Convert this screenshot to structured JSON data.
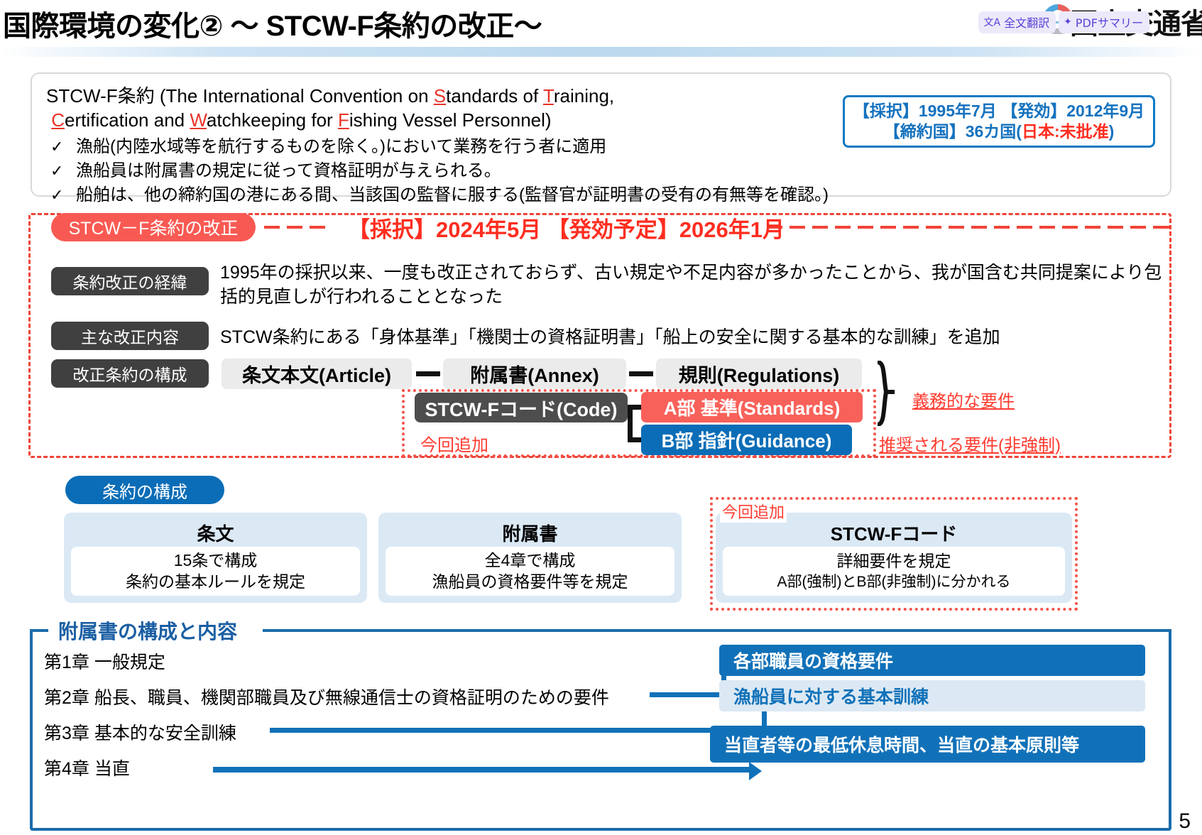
{
  "header": {
    "title": "国際環境の変化② ～ STCW-F条約の改正～",
    "logo_text": "国土交通省",
    "logo_icon": "mlit-logo-icon"
  },
  "extension_overlay": {
    "translate_chip": {
      "label": "全文翻訳",
      "icon": "translate-icon"
    },
    "summary_chip": {
      "label": "PDFサマリー",
      "icon": "sparkle-icon"
    }
  },
  "summary_card": {
    "title_prefix": "STCW-F条約 (The International Convention on ",
    "en_line1_parts": [
      "STCW-F条約 (The International Convention on ",
      "S",
      "tandards of ",
      "T",
      "raining,"
    ],
    "en_line2_parts": [
      "C",
      "ertification and ",
      "W",
      "atchkeeping for ",
      "F",
      "ishing Vessel Personnel)"
    ],
    "bullets": [
      "漁船(内陸水域等を航行するものを除く。)において業務を行う者に適用",
      "漁船員は附属書の規定に従って資格証明が与えられる。",
      "船舶は、他の締約国の港にある間、当該国の監督に服する(監督官が証明書の受有の有無等を確認。)"
    ],
    "check_glyph": "✓"
  },
  "info_box": {
    "line1": "【採択】1995年7月 【発効】2012年9月",
    "line2_prefix": "【締約国】36カ国(",
    "line2_red": "日本:未批准",
    "line2_suffix": ")",
    "border_color": "#1279c4",
    "text_color": "#1472bf",
    "highlight_color": "#ff2d20"
  },
  "amendment": {
    "pill_label": "STCW－F条約の改正",
    "pill_color": "#f85a53",
    "date_label": "【採択】2024年5月 【発効予定】2026年1月",
    "date_color": "#ff2d20",
    "rows": [
      {
        "tag": "条約改正の経緯",
        "text": "1995年の採択以来、一度も改正されておらず、古い規定や不足内容が多かったことから、我が国含む共同提案により包括的見直しが行われることとなった"
      },
      {
        "tag": "主な改正内容",
        "text": "STCW条約にある「身体基準」「機関士の資格証明書」「船上の安全に関する基本的な訓練」を追加"
      },
      {
        "tag": "改正条約の構成",
        "text": ""
      }
    ],
    "structure_boxes": [
      "条文本文(Article)",
      "附属書(Annex)",
      "規則(Regulations)"
    ],
    "code_box": "STCW-Fコード(Code)",
    "part_a": "A部 基準(Standards)",
    "part_b": "B部 指針(Guidance)",
    "added_label": "今回追加",
    "requirement_mandatory": "義務的な要件",
    "requirement_recommended": "推奨される要件(非強制)",
    "part_a_color": "#f8615a",
    "part_b_color": "#0b6db7",
    "tag_color": "#404040"
  },
  "composition": {
    "pill_label": "条約の構成",
    "pill_color": "#0b6db7",
    "added_label": "今回追加",
    "columns": [
      {
        "header": "条文",
        "line1": "15条で構成",
        "line2": "条約の基本ルールを規定"
      },
      {
        "header": "附属書",
        "line1": "全4章で構成",
        "line2": "漁船員の資格要件等を規定"
      },
      {
        "header": "STCW-Fコード",
        "line1": "詳細要件を規定",
        "line2": "A部(強制)とB部(非強制)に分かれる"
      }
    ]
  },
  "annex_structure": {
    "title": "附属書の構成と内容",
    "title_color": "#1b5fa3",
    "chapters": [
      "第1章  一般規定",
      "第2章  船長、職員、機関部職員及び無線通信士の資格証明のための要件",
      "第3章  基本的な安全訓練",
      "第4章  当直"
    ],
    "outcomes": [
      {
        "label": "各部職員の資格要件",
        "style": "solid"
      },
      {
        "label": "漁船員に対する基本訓練",
        "style": "light"
      },
      {
        "label": "当直者等の最低休息時間、当直の基本原則等",
        "style": "solid"
      }
    ],
    "accent_color": "#1171b8"
  },
  "page_number": "5"
}
